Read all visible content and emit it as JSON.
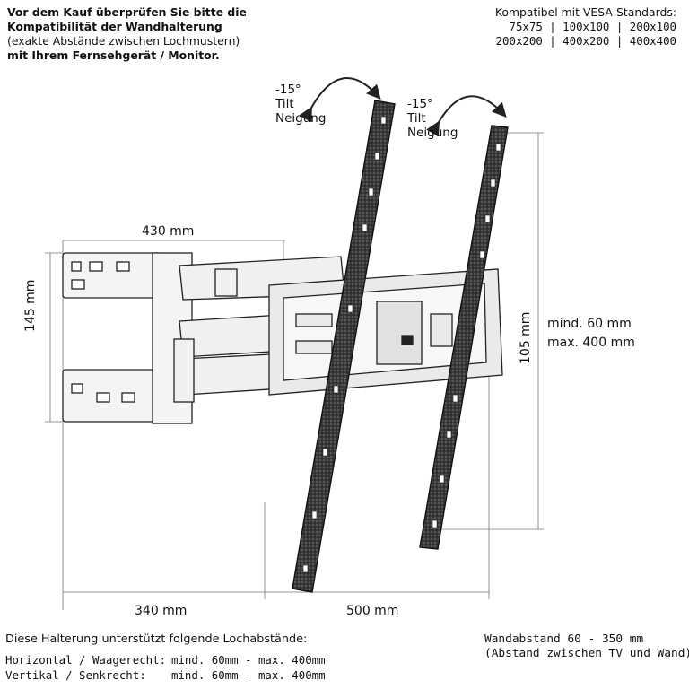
{
  "header": {
    "line1": "Vor dem Kauf überprüfen Sie bitte die",
    "line2": "Kompatibilität der Wandhalterung",
    "line3": "(exakte Abstände zwischen Lochmustern)",
    "line4": "mit Ihrem Fernsehgerät / Monitor."
  },
  "vesa": {
    "title": "Kompatibel mit VESA-Standards:",
    "row1": "75x75 | 100x100 | 200x100",
    "row2": "200x200 | 400x200 | 400x400"
  },
  "tilt_left": {
    "angle": "-15°",
    "line2": "Tilt",
    "line3": "Neigung"
  },
  "tilt_right": {
    "angle": "-15°",
    "line2": "Tilt",
    "line3": "Neigung"
  },
  "dimensions": {
    "top_width": "430 mm",
    "left_height": "145 mm",
    "right_height": "105 mm",
    "bottom_left": "340 mm",
    "bottom_right": "500 mm",
    "rail_min": "mind. 60 mm",
    "rail_max": "max. 400 mm"
  },
  "footer": {
    "intro": "Diese Halterung unterstützt folgende Lochabstände:",
    "horizontal_label": "Horizontal / Waagerecht:",
    "horizontal_value": "mind. 60mm - max. 400mm",
    "vertical_label": "Vertikal / Senkrecht:",
    "vertical_value": "mind. 60mm - max. 400mm",
    "wall_distance": "Wandabstand 60 - 350 mm",
    "wall_distance_note": "(Abstand zwischen TV und Wand)"
  }
}
